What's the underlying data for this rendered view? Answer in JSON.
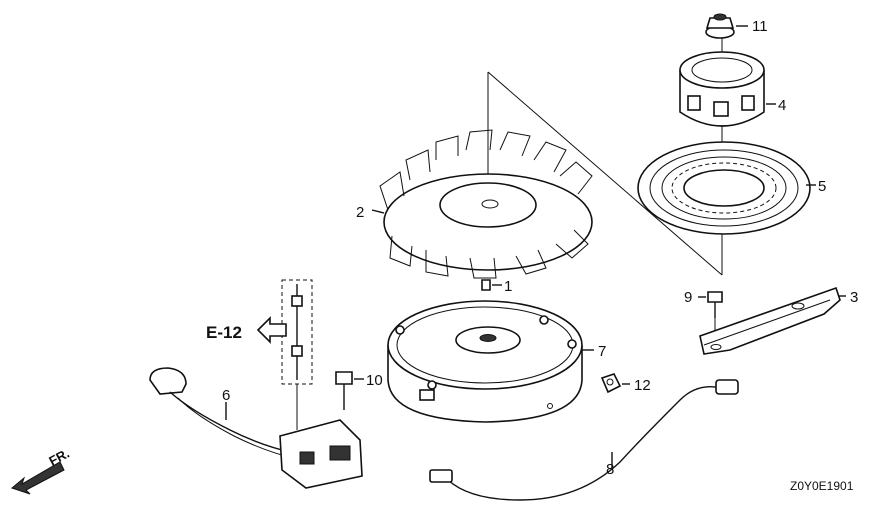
{
  "diagram": {
    "part_labels": [
      "1",
      "2",
      "3",
      "4",
      "5",
      "6",
      "7",
      "8",
      "9",
      "10",
      "11",
      "12"
    ],
    "reference": "E-12",
    "direction": "FR.",
    "code": "Z0Y0E1901"
  }
}
